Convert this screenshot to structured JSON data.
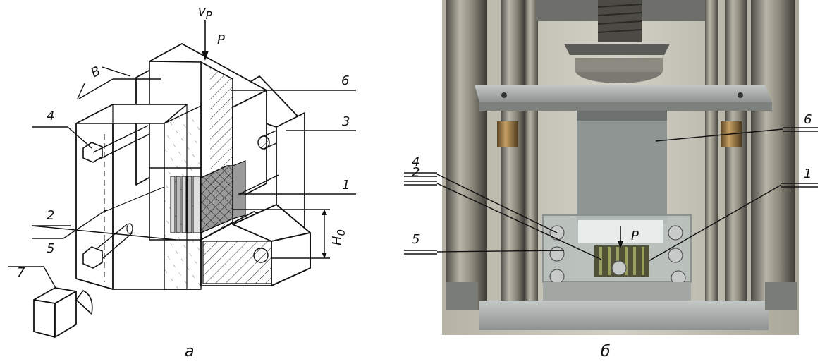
{
  "figure": {
    "left_caption": "a",
    "right_caption": "б",
    "velocity_label": "v",
    "velocity_sub": "P",
    "force_label": "P",
    "width_label": "B",
    "height_label": "H",
    "height_sub": "0",
    "photo_force_label": "P",
    "left_labels": {
      "n1": "1",
      "n2": "2",
      "n3": "3",
      "n4": "4",
      "n5": "5",
      "n6": "6",
      "n7": "7"
    },
    "right_labels": {
      "n1": "1",
      "n2": "2",
      "n4": "4",
      "n5": "5",
      "n6": "6"
    }
  }
}
